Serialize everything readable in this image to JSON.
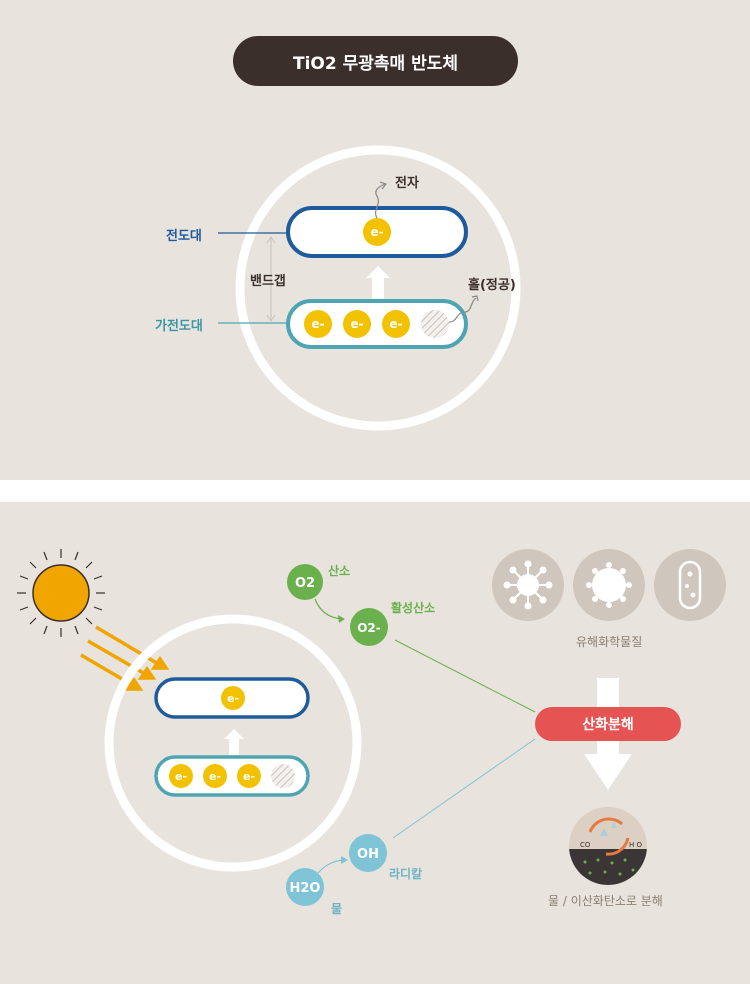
{
  "top": {
    "title": "TiO2 무광촉매 반도체",
    "conduction_band": "전도대",
    "valence_band": "가전도대",
    "band_gap": "밴드갭",
    "electron_label": "전자",
    "hole_label": "홀(정공)",
    "electron_symbol": "e-"
  },
  "bottom": {
    "oxygen_symbol": "O2",
    "oxygen_label": "산소",
    "superoxide_symbol": "O2-",
    "active_oxygen_label": "활성산소",
    "harmful_label": "유해화학물질",
    "decompose_label": "산화분해",
    "result_label": "물  / 이산화탄소로 분해",
    "hydroxyl_symbol": "OH",
    "radical_label": "라디칼",
    "water_symbol": "H2O",
    "water_label": "물",
    "co2_label": "CO",
    "h2o_label": "H O",
    "electron_symbol": "e-"
  },
  "colors": {
    "background": "#e8e3dc",
    "title_pill": "#3b2f2b",
    "conduction_blue": "#1f5a9c",
    "valence_teal": "#4da5b3",
    "electron_yellow": "#f2c200",
    "oxygen_green": "#6ab04c",
    "hydroxyl_blue": "#7ec4d6",
    "decompose_red": "#e55353",
    "sun_orange": "#f0a500"
  }
}
